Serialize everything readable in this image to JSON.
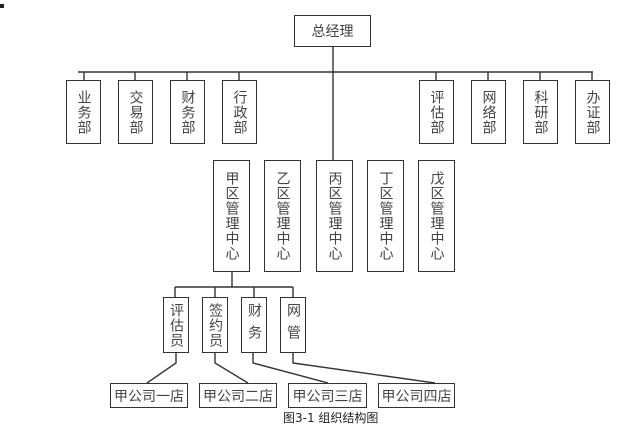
{
  "root": {
    "label": "总经理"
  },
  "departments_left": [
    {
      "label": "业务部"
    },
    {
      "label": "交易部"
    },
    {
      "label": "财务部"
    },
    {
      "label": "行政部"
    }
  ],
  "departments_right": [
    {
      "label": "评估部"
    },
    {
      "label": "网络部"
    },
    {
      "label": "科研部"
    },
    {
      "label": "办证部"
    }
  ],
  "centers": [
    {
      "label": "甲区管理中心"
    },
    {
      "label": "乙区管理中心"
    },
    {
      "label": "丙区管理中心"
    },
    {
      "label": "丁区管理中心"
    },
    {
      "label": "戊区管理中心"
    }
  ],
  "roles": [
    {
      "label": "评估员"
    },
    {
      "label": "签约员"
    },
    {
      "label": "财务"
    },
    {
      "label": "网管"
    }
  ],
  "stores": [
    {
      "label": "甲公司一店"
    },
    {
      "label": "甲公司二店"
    },
    {
      "label": "甲公司三店"
    },
    {
      "label": "甲公司四店"
    }
  ],
  "caption": "图3-1   组织结构图"
}
